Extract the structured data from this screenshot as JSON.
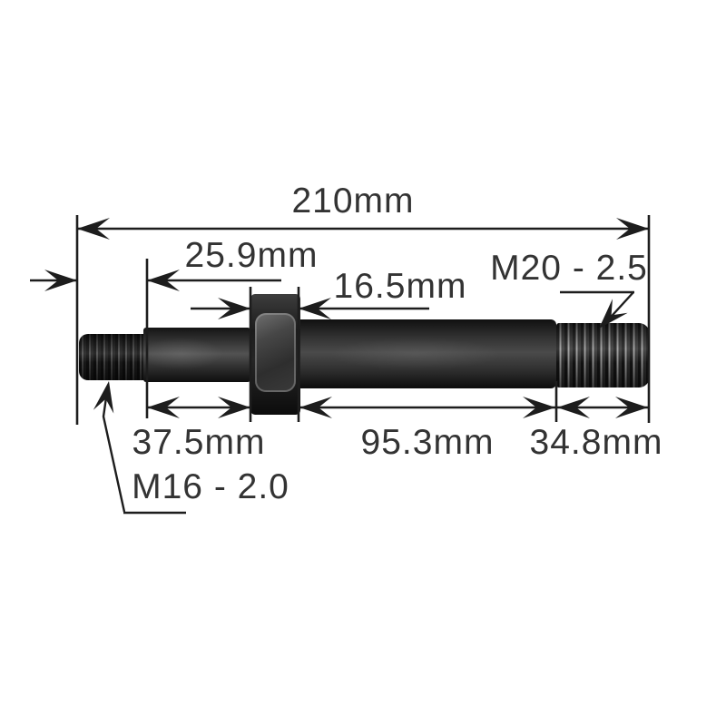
{
  "diagram": {
    "background_color": "#ffffff",
    "line_color": "#1d1d1d",
    "text_color": "#333333",
    "part": {
      "description": "black steel stud with left thread, shoulder, hex flange nut, shaft and right thread",
      "colors": {
        "dark": "#141414",
        "mid": "#3e3e3e",
        "light": "#969696"
      }
    },
    "labels": {
      "overall_length": "210mm",
      "left_thread_length": "25.9mm",
      "nut_width": "16.5mm",
      "right_thread_spec": "M20 - 2.5",
      "shoulder_length": "37.5mm",
      "shaft_length": "95.3mm",
      "right_thread_length": "34.8mm",
      "left_thread_spec": "M16 - 2.0"
    }
  }
}
